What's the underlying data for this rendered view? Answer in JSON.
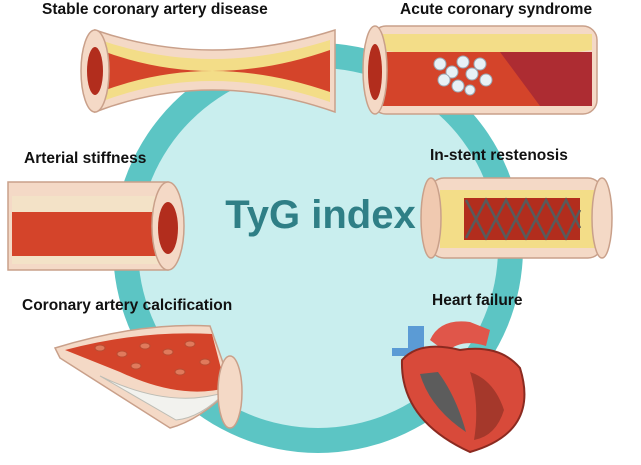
{
  "center": {
    "title": "TyG index"
  },
  "conditions": [
    {
      "id": "stable-cad",
      "label": "Stable coronary artery disease"
    },
    {
      "id": "acs",
      "label": "Acute coronary syndrome"
    },
    {
      "id": "arterial-stiffness",
      "label": "Arterial stiffness"
    },
    {
      "id": "in-stent",
      "label": "In-stent restenosis"
    },
    {
      "id": "calcification",
      "label": "Coronary artery calcification"
    },
    {
      "id": "heart-failure",
      "label": "Heart failure"
    }
  ],
  "colors": {
    "ring": "#5cc5c4",
    "ring_fill": "#c9eeee",
    "title": "#2f7f86",
    "vessel_red": "#d4442a",
    "plaque": "#f3dd88",
    "wall": "#f4d9c6"
  },
  "icons": [
    "artery-narrowed-icon",
    "artery-rupture-icon",
    "artery-stiff-icon",
    "stent-icon",
    "artery-calcified-icon",
    "heart-icon"
  ]
}
